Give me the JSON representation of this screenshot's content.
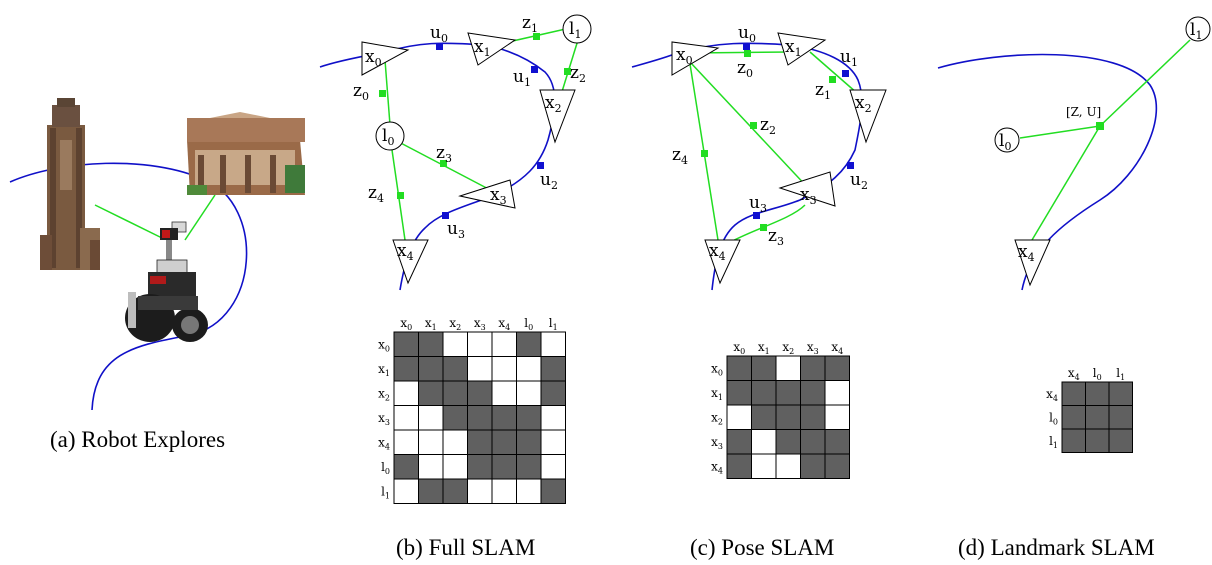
{
  "panels": {
    "a": {
      "caption": "(a) Robot Explores"
    },
    "b": {
      "caption": "(b) Full SLAM",
      "nodes": {
        "x0": {
          "b": "x",
          "s": "0"
        },
        "x1": {
          "b": "x",
          "s": "1"
        },
        "x2": {
          "b": "x",
          "s": "2"
        },
        "x3": {
          "b": "x",
          "s": "3"
        },
        "x4": {
          "b": "x",
          "s": "4"
        },
        "l0": {
          "b": "l",
          "s": "0"
        },
        "l1": {
          "b": "l",
          "s": "1"
        }
      },
      "edges": {
        "u0": {
          "b": "u",
          "s": "0"
        },
        "u1": {
          "b": "u",
          "s": "1"
        },
        "u2": {
          "b": "u",
          "s": "2"
        },
        "u3": {
          "b": "u",
          "s": "3"
        },
        "z0": {
          "b": "z",
          "s": "0"
        },
        "z1": {
          "b": "z",
          "s": "1"
        },
        "z2": {
          "b": "z",
          "s": "2"
        },
        "z3": {
          "b": "z",
          "s": "3"
        },
        "z4": {
          "b": "z",
          "s": "4"
        }
      },
      "matrix": {
        "labels": [
          {
            "b": "x",
            "s": "0"
          },
          {
            "b": "x",
            "s": "1"
          },
          {
            "b": "x",
            "s": "2"
          },
          {
            "b": "x",
            "s": "3"
          },
          {
            "b": "x",
            "s": "4"
          },
          {
            "b": "l",
            "s": "0"
          },
          {
            "b": "l",
            "s": "1"
          }
        ],
        "cells": [
          [
            1,
            1,
            0,
            0,
            0,
            1,
            0
          ],
          [
            1,
            1,
            1,
            0,
            0,
            0,
            1
          ],
          [
            0,
            1,
            1,
            1,
            0,
            0,
            1
          ],
          [
            0,
            0,
            1,
            1,
            1,
            1,
            0
          ],
          [
            0,
            0,
            0,
            1,
            1,
            1,
            0
          ],
          [
            1,
            0,
            0,
            1,
            1,
            1,
            0
          ],
          [
            0,
            1,
            1,
            0,
            0,
            0,
            1
          ]
        ]
      }
    },
    "c": {
      "caption": "(c) Pose SLAM",
      "nodes": {
        "x0": {
          "b": "x",
          "s": "0"
        },
        "x1": {
          "b": "x",
          "s": "1"
        },
        "x2": {
          "b": "x",
          "s": "2"
        },
        "x3": {
          "b": "x",
          "s": "3"
        },
        "x4": {
          "b": "x",
          "s": "4"
        }
      },
      "edges": {
        "u0": {
          "b": "u",
          "s": "0"
        },
        "u1": {
          "b": "u",
          "s": "1"
        },
        "u2": {
          "b": "u",
          "s": "2"
        },
        "u3": {
          "b": "u",
          "s": "3"
        },
        "z0": {
          "b": "z",
          "s": "0"
        },
        "z1": {
          "b": "z",
          "s": "1"
        },
        "z2": {
          "b": "z",
          "s": "2"
        },
        "z3": {
          "b": "z",
          "s": "3"
        },
        "z4": {
          "b": "z",
          "s": "4"
        }
      },
      "matrix": {
        "labels": [
          {
            "b": "x",
            "s": "0"
          },
          {
            "b": "x",
            "s": "1"
          },
          {
            "b": "x",
            "s": "2"
          },
          {
            "b": "x",
            "s": "3"
          },
          {
            "b": "x",
            "s": "4"
          }
        ],
        "cells": [
          [
            1,
            1,
            0,
            1,
            1
          ],
          [
            1,
            1,
            1,
            1,
            0
          ],
          [
            0,
            1,
            1,
            1,
            0
          ],
          [
            1,
            0,
            1,
            1,
            1
          ],
          [
            1,
            0,
            0,
            1,
            1
          ]
        ]
      }
    },
    "d": {
      "caption": "(d) Landmark SLAM",
      "nodes": {
        "l1": {
          "b": "l",
          "s": "1"
        },
        "l0": {
          "b": "l",
          "s": "0"
        },
        "x4": {
          "b": "x",
          "s": "4"
        }
      },
      "factor_label": "[Z, U]",
      "matrix": {
        "labels": [
          {
            "b": "x",
            "s": "4"
          },
          {
            "b": "l",
            "s": "0"
          },
          {
            "b": "l",
            "s": "1"
          }
        ],
        "cells": [
          [
            1,
            1,
            1
          ],
          [
            1,
            1,
            1
          ],
          [
            1,
            1,
            1
          ]
        ]
      }
    }
  },
  "colors": {
    "trajectory": "#1010c8",
    "odometry_factor": "#1010d0",
    "measurement": "#22dd22",
    "matrix_filled": "#606060",
    "matrix_empty": "#ffffff"
  }
}
